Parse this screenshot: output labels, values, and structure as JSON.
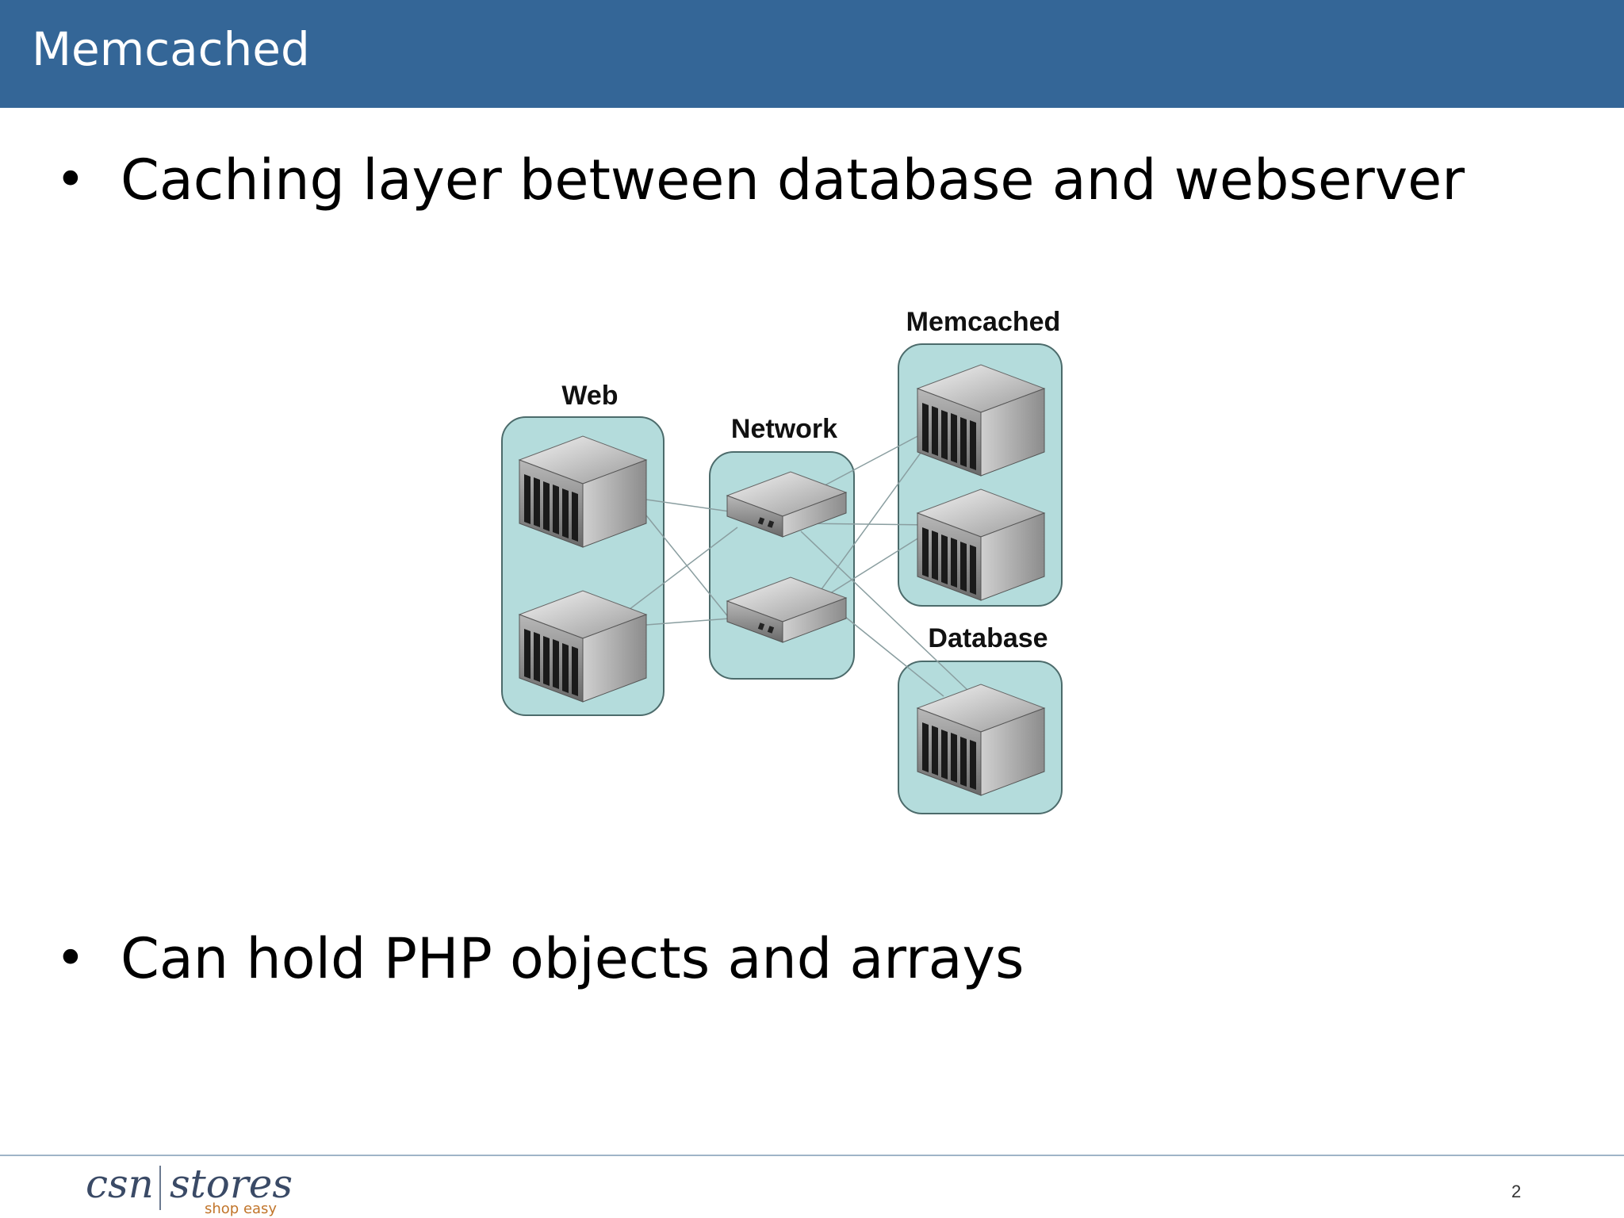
{
  "slide": {
    "title": "Memcached",
    "bullets": [
      "Caching layer between database and webserver",
      "Can hold PHP objects and arrays"
    ],
    "page_number": "2"
  },
  "diagram": {
    "groups": {
      "web": "Web",
      "network": "Network",
      "memcached": "Memcached",
      "database": "Database"
    }
  },
  "footer": {
    "logo_csn": "csn",
    "logo_stores": "stores",
    "logo_tagline": "shop easy"
  },
  "colors": {
    "title_bar": "#346697",
    "group_fill": "#b4dcdc",
    "group_stroke": "#4c6b6b"
  }
}
